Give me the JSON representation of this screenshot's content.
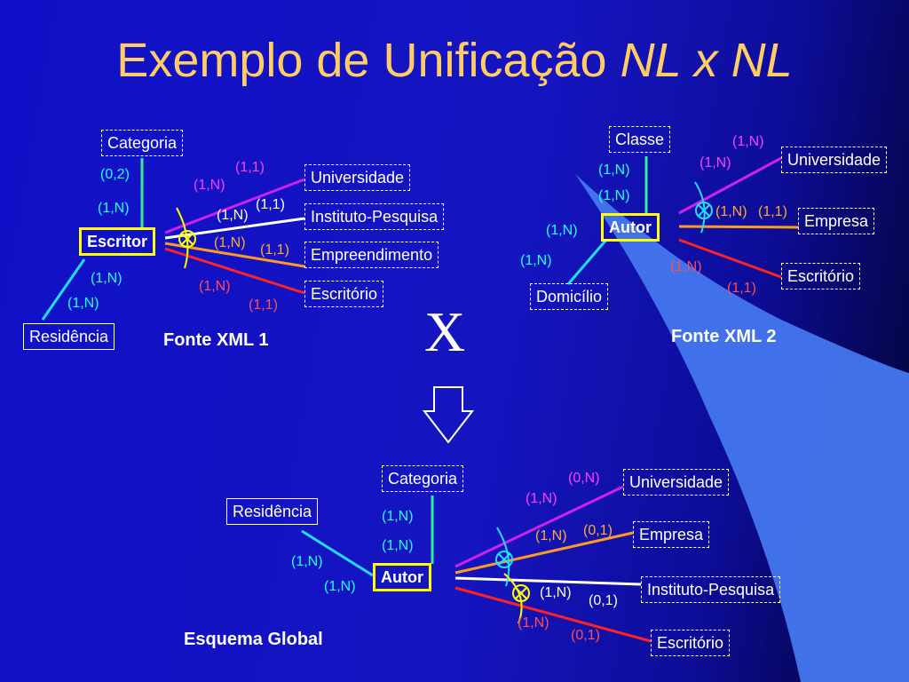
{
  "title": {
    "main": "Exemplo de Unificação ",
    "emph": "NL x NL"
  },
  "colors": {
    "teal": "#33ee99",
    "cyan": "#22ddff",
    "magenta": "#cc22ee",
    "white": "#ffffff",
    "orange": "#ff9922",
    "red": "#ff2222",
    "entity_border": "#ffff00"
  },
  "fonte1": {
    "label": "Fonte XML 1",
    "entity": "Escritor",
    "categoria": "Categoria",
    "residencia": "Residência",
    "universidade": "Universidade",
    "instituto": "Instituto-Pesquisa",
    "empreendimento": "Empreendimento",
    "escritorio": "Escritório",
    "card_cat_top": "(0,2)",
    "card_cat_bottom": "(1,N)",
    "card_res_top": "(1,N)",
    "card_res_bottom": "(1,N)",
    "card_univ_in": "(1,N)",
    "card_univ_out": "(1,1)",
    "card_inst_in": "(1,N)",
    "card_inst_out": "(1,1)",
    "card_emp_in": "(1,N)",
    "card_emp_out": "(1,1)",
    "card_esc_in": "(1,N)",
    "card_esc_out": "(1,1)"
  },
  "fonte2": {
    "label": "Fonte XML 2",
    "entity": "Autor",
    "classe": "Classe",
    "domicilio": "Domicílio",
    "universidade": "Universidade",
    "empresa": "Empresa",
    "escritorio": "Escritório",
    "card_cls_top": "(1,N)",
    "card_cls_bottom": "(1,N)",
    "card_dom_top": "(1,N)",
    "card_dom_bottom": "(1,N)",
    "card_univ_out": "(1,N)",
    "card_univ_in": "(1,N)",
    "card_emp_in": "(1,N)",
    "card_emp_out": "(1,1)",
    "card_esc_in": "(1,N)",
    "card_esc_out": "(1,1)"
  },
  "operator": "X",
  "global": {
    "label": "Esquema Global",
    "entity": "Autor",
    "categoria": "Categoria",
    "residencia": "Residência",
    "universidade": "Universidade",
    "empresa": "Empresa",
    "instituto": "Instituto-Pesquisa",
    "escritorio": "Escritório",
    "card_cat_top": "(1,N)",
    "card_cat_bottom": "(1,N)",
    "card_res_top": "(1,N)",
    "card_res_bottom": "(1,N)",
    "card_univ_out": "(0,N)",
    "card_univ_in": "(1,N)",
    "card_emp_in": "(1,N)",
    "card_emp_out": "(0,1)",
    "card_inst_in": "(1,N)",
    "card_inst_out": "(0,1)",
    "card_esc_in": "(1,N)",
    "card_esc_out": "(0,1)"
  }
}
